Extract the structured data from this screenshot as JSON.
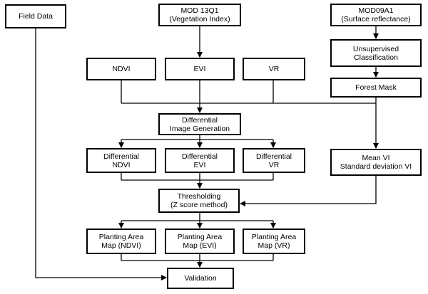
{
  "boxes": {
    "field_data": [
      "Field Data"
    ],
    "mod13q1": [
      "MOD 13Q1",
      "(Vegetation Index)"
    ],
    "mod09a1": [
      "MOD09A1",
      "(Surface reflectance)"
    ],
    "unsupervised": [
      "Unsupervised",
      "Classification"
    ],
    "ndvi": [
      "NDVI"
    ],
    "evi": [
      "EVI"
    ],
    "vr": [
      "VR"
    ],
    "forest_mask": [
      "Forest Mask"
    ],
    "diff_gen": [
      "Differential",
      "Image Generation"
    ],
    "diff_ndvi": [
      "Differential",
      "NDVI"
    ],
    "diff_evi": [
      "Differential",
      "EVI"
    ],
    "diff_vr": [
      "Differential",
      "VR"
    ],
    "mean_vi": [
      "Mean VI",
      "Standard deviation VI"
    ],
    "thresholding": [
      "Thresholding",
      "(Z score method)"
    ],
    "map_ndvi": [
      "Planting Area",
      "Map (NDVI)"
    ],
    "map_evi": [
      "Planting Area",
      "Map (EVI)"
    ],
    "map_vr": [
      "Planting Area",
      "Map (VR)"
    ],
    "validation": [
      "Validation"
    ]
  }
}
